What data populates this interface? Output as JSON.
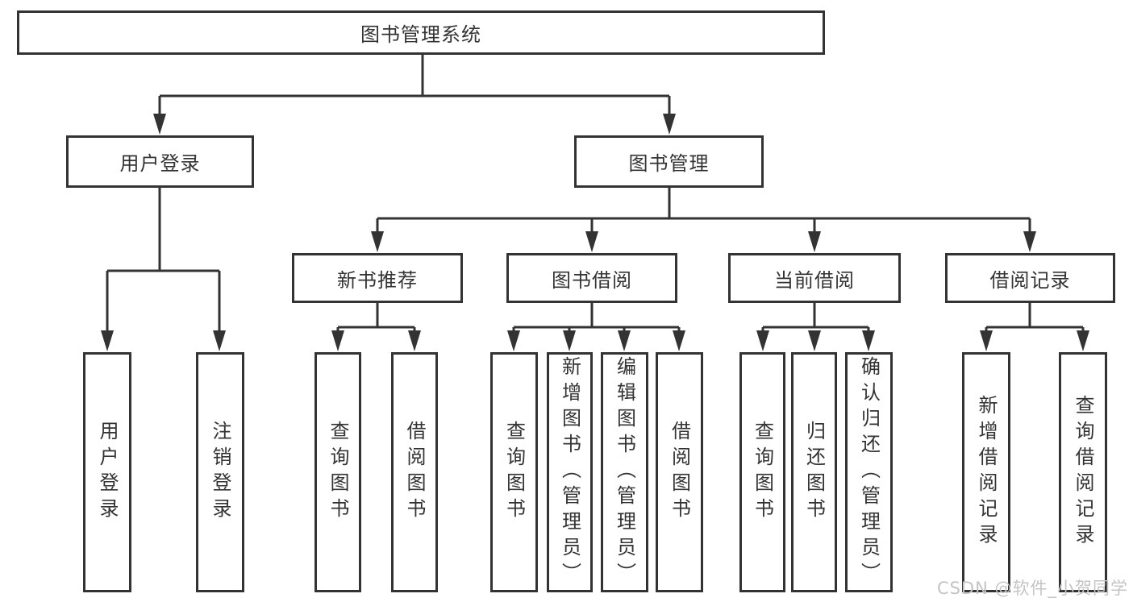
{
  "tree": {
    "label": "图书管理系统",
    "children": [
      {
        "label": "用户登录",
        "children": [
          {
            "label": "用户登录"
          },
          {
            "label": "注销登录"
          }
        ]
      },
      {
        "label": "图书管理",
        "children": [
          {
            "label": "新书推荐",
            "children": [
              {
                "label": "查询图书"
              },
              {
                "label": "借阅图书"
              }
            ]
          },
          {
            "label": "图书借阅",
            "children": [
              {
                "label": "查询图书"
              },
              {
                "label": "新增图书（管理员）"
              },
              {
                "label": "编辑图书（管理员）"
              },
              {
                "label": "借阅图书"
              }
            ]
          },
          {
            "label": "当前借阅",
            "children": [
              {
                "label": "查询图书"
              },
              {
                "label": "归还图书"
              },
              {
                "label": "确认归还（管理员）"
              }
            ]
          },
          {
            "label": "借阅记录",
            "children": [
              {
                "label": "新增借阅记录"
              },
              {
                "label": "查询借阅记录"
              }
            ]
          }
        ]
      }
    ]
  },
  "watermark": {
    "text": "CSDN @软件_小贺同学"
  },
  "colors": {
    "line": "#333333",
    "box_border": "#333333",
    "text": "#333333",
    "watermark_text": "#c4c4c4",
    "background": "#ffffff"
  }
}
